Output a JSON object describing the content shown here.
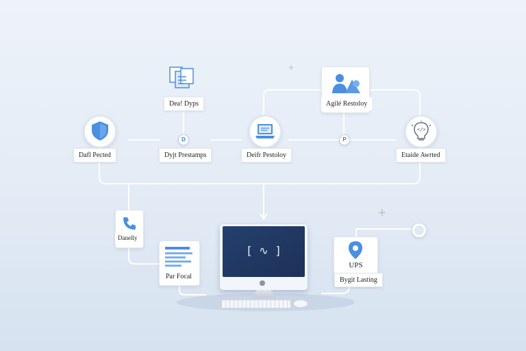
{
  "nodes": {
    "top_documents": {
      "label": "Dea! Dyps",
      "icon": "documents-icon"
    },
    "top_users": {
      "label": "Agilé Restoloy",
      "icon": "users-icon"
    },
    "mid_shield": {
      "label": "Dafl Pected",
      "icon": "shield-icon"
    },
    "mid_dot1": {
      "glyph": "D"
    },
    "mid_label2": {
      "label": "Dyjt Prestamps"
    },
    "mid_laptop": {
      "label": "Deifr Pestoloy",
      "icon": "laptop-icon"
    },
    "mid_dot2": {
      "glyph": "P"
    },
    "mid_bulb": {
      "label": "Etaide Awrted",
      "icon": "lightbulb-icon"
    },
    "bottom_phone": {
      "label": "Danelly",
      "icon": "phone-icon"
    },
    "bottom_document": {
      "label": "Par Focal",
      "icon": "document-icon"
    },
    "bottom_location": {
      "label": "Bygit Lasting",
      "card_text": "UPS",
      "icon": "location-pin-icon"
    }
  },
  "computer": {
    "screen_text": "[ ∿ ]",
    "icon": "computer-icon"
  },
  "colors": {
    "accent": "#4a8fe0",
    "line": "#ffffff",
    "screen": "#1f355f"
  }
}
